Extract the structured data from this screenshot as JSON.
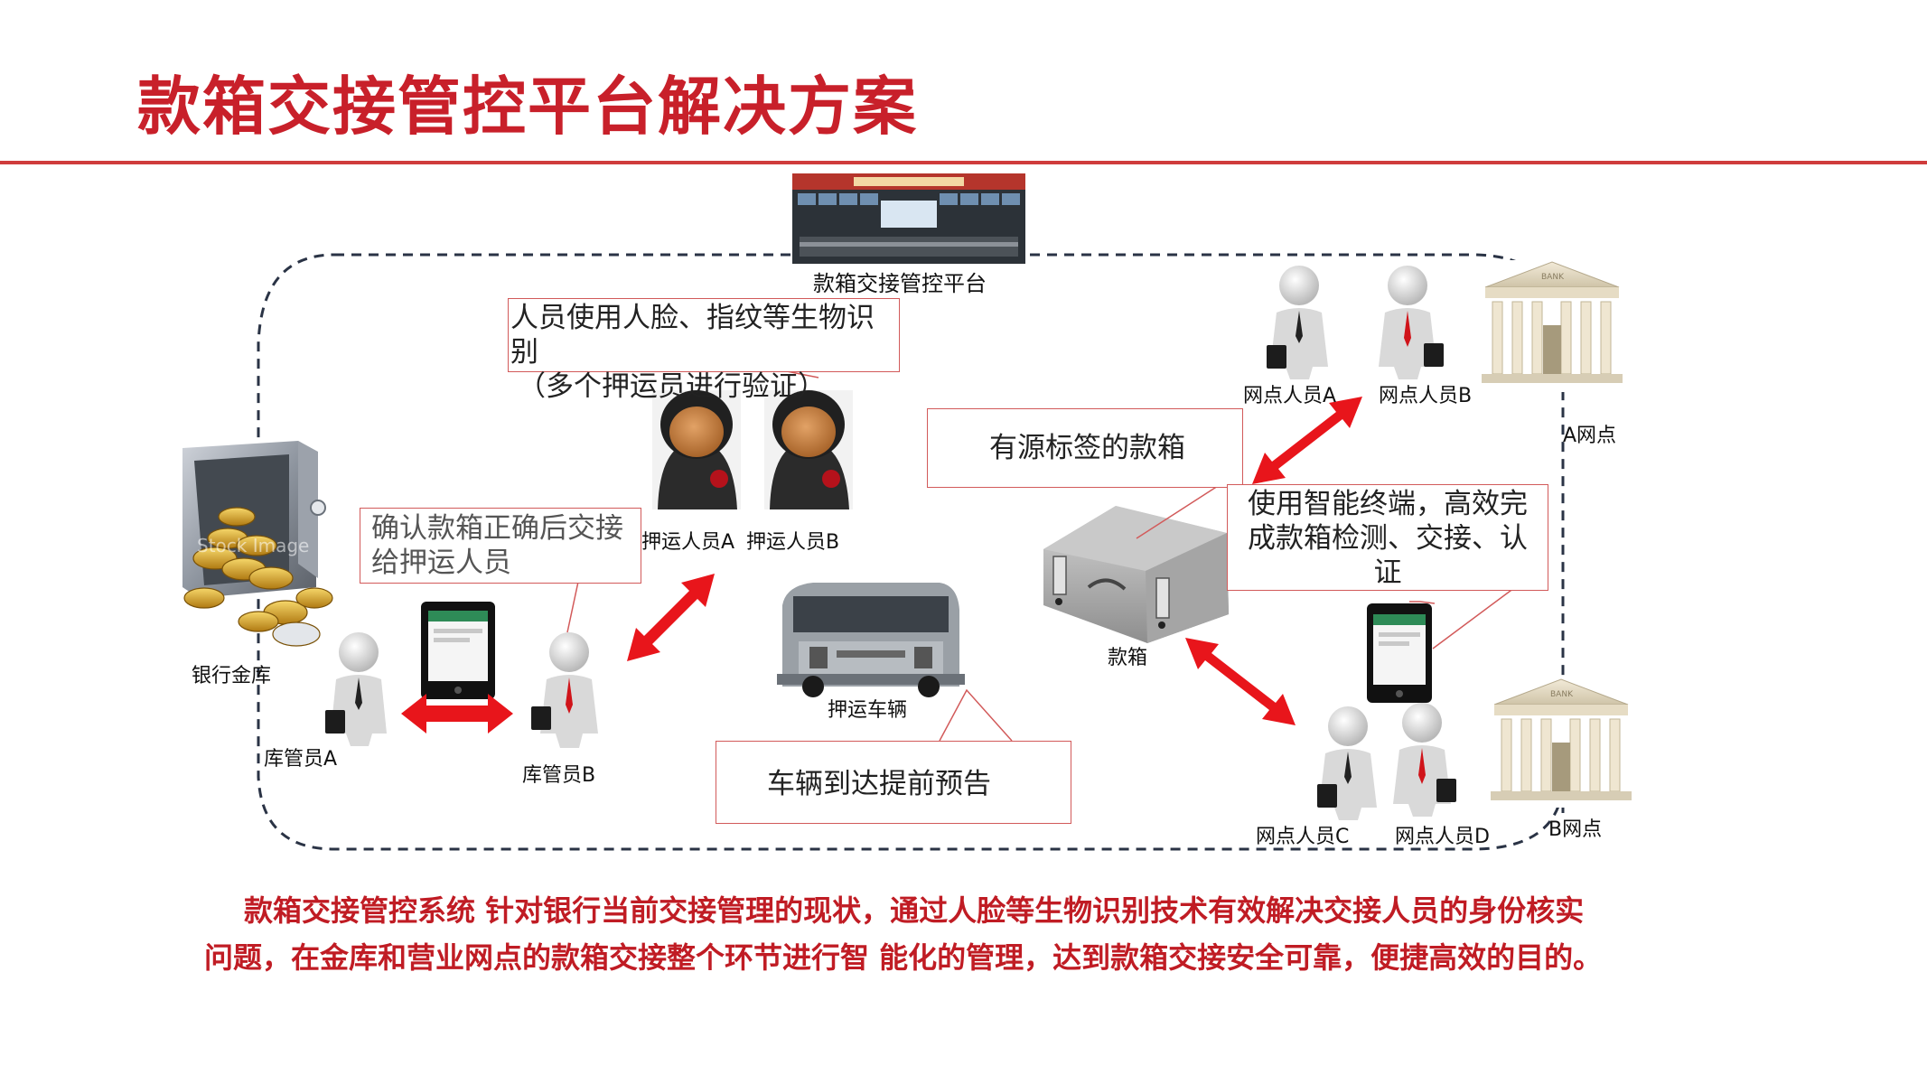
{
  "header": {
    "title": "款箱交接管控平台解决方案"
  },
  "labels": {
    "platform": "款箱交接管控平台",
    "vault": "银行金库",
    "vault_watermark": "Stock Image",
    "keeper_a": "库管员A",
    "keeper_b": "库管员B",
    "escort_a": "押运人员A",
    "escort_b": "押运人员B",
    "vehicle": "押运车辆",
    "cashbox": "款箱",
    "branch_a_staff_a": "网点人员A",
    "branch_a_staff_b": "网点人员B",
    "branch_a": "A网点",
    "branch_b_staff_c": "网点人员C",
    "branch_b_staff_d": "网点人员D",
    "branch_b": "B网点",
    "bank_sign": "BANK"
  },
  "callouts": {
    "biometric_line1": "人员使用人脸、指纹等生物识别",
    "biometric_line2": "（多个押运员进行验证）",
    "confirm_line1": "确认款箱正确后交接",
    "confirm_line2": "给押运人员",
    "rfid_box": "有源标签的款箱",
    "terminal_line1": "使用智能终端，高效完",
    "terminal_line2": "成款箱检测、交接、认",
    "terminal_line3": "证",
    "vehicle_notice": "车辆到达提前预告"
  },
  "summary": {
    "line1": "款箱交接管控系统 针对银行当前交接管理的现状，通过人脸等生物识别技术有效解决交接人员的身份核实",
    "line2": "问题，在金库和营业网点的款箱交接整个环节进行智 能化的管理，达到款箱交接安全可靠，便捷高效的目的。"
  },
  "colors": {
    "title": "#c8202a",
    "accent_arrow": "#e8151b",
    "callout_border": "#d25a5a",
    "dashed_loop": "#2a3345",
    "summary_text": "#c01c24"
  }
}
